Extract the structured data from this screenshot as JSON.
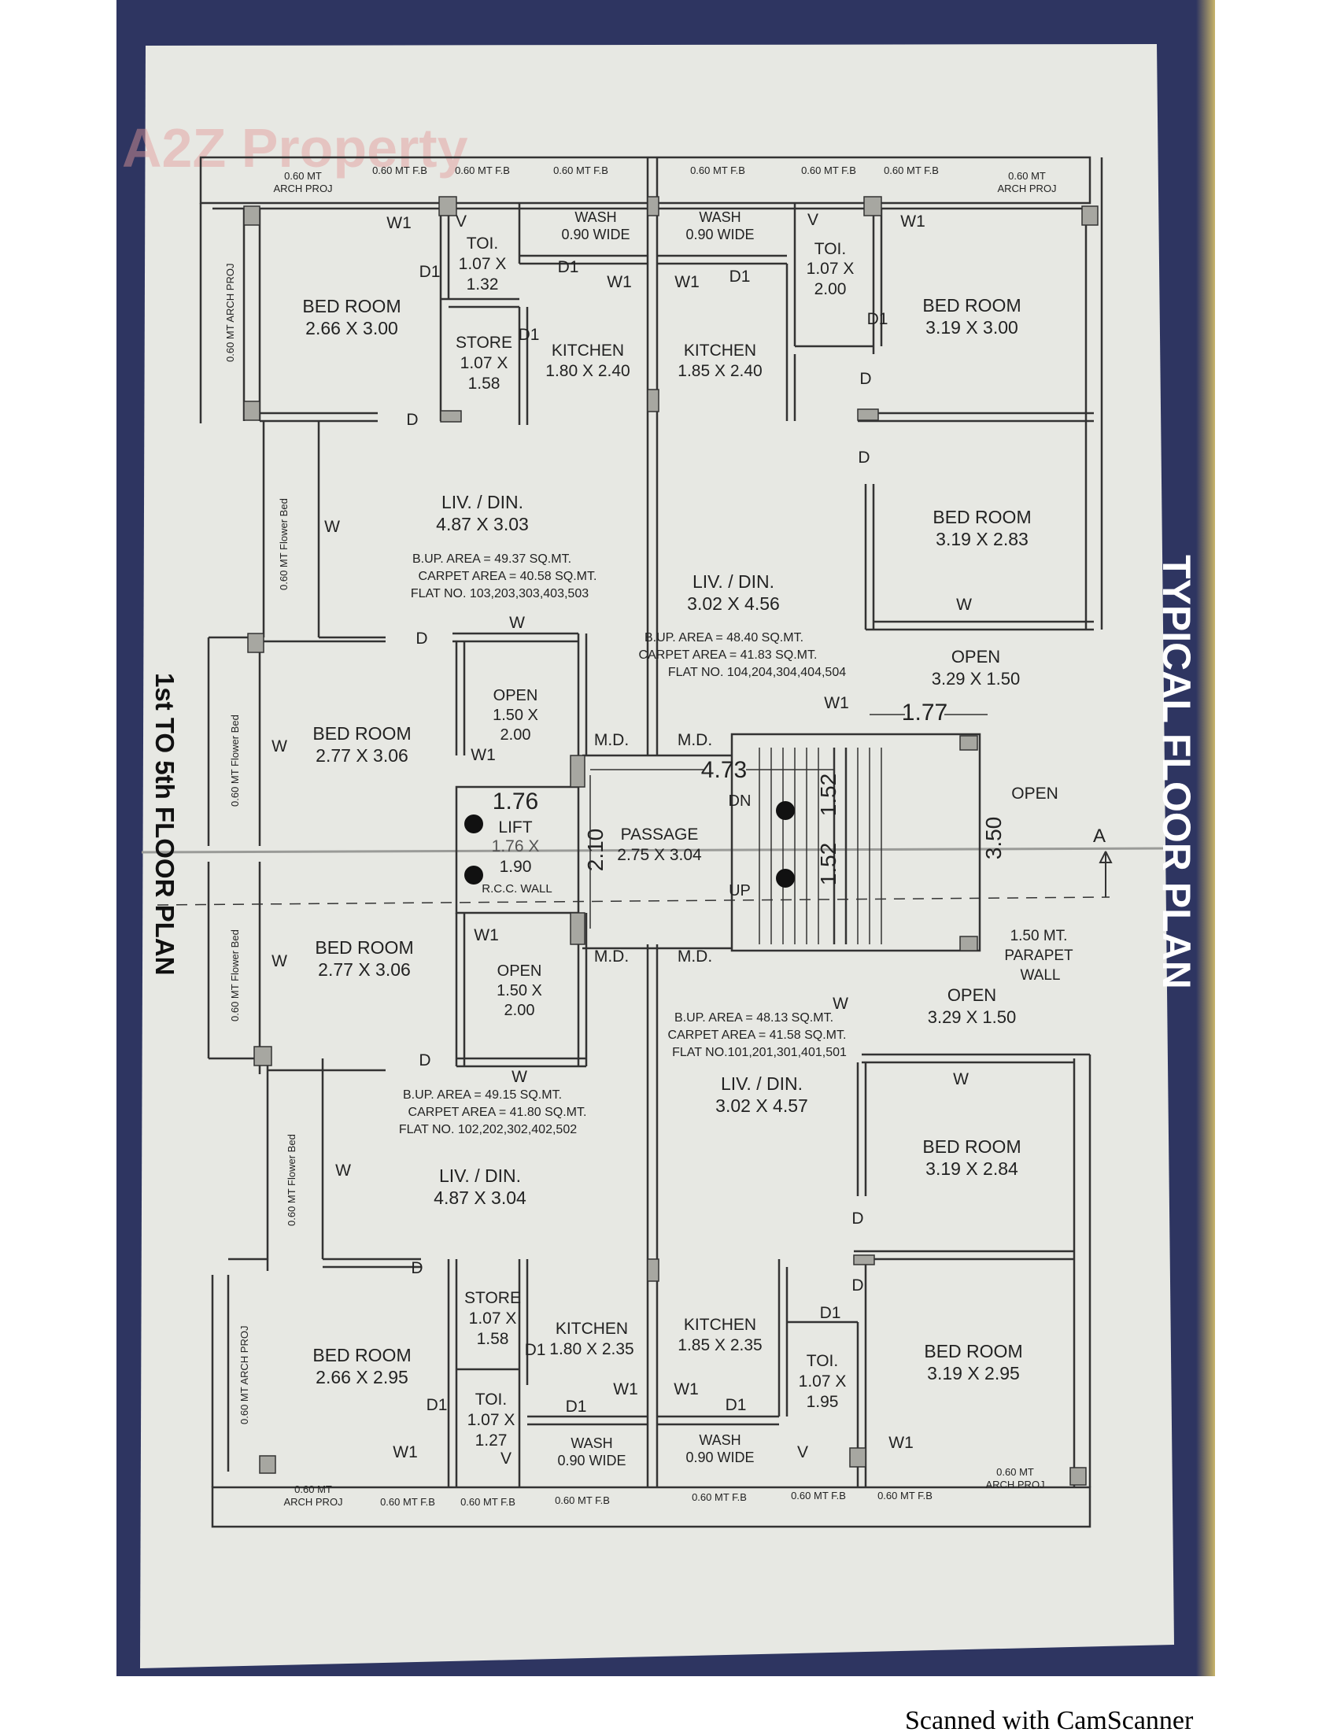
{
  "watermark": "A2Z Property",
  "titles": {
    "typical": "TYPICAL FLOOR PLAN",
    "floors": "1st TO 5th FLOOR PLAN"
  },
  "top_projections": [
    "0.60 MT",
    "ARCH PROJ",
    "0.60 MT F.B",
    "0.60 MT F.B",
    "0.60 MT F.B",
    "0.60 MT F.B",
    "0.60 MT F.B",
    "0.60 MT F.B",
    "0.60 MT",
    "ARCH PROJ"
  ],
  "bottom_projections": [
    "0.60 MT",
    "ARCH PROJ",
    "0.60 MT F.B",
    "0.60 MT F.B",
    "0.60 MT F.B",
    "0.60 MT F.B",
    "0.60 MT F.B",
    "0.60 MT F.B",
    "0.60 MT",
    "ARCH PROJ"
  ],
  "side_labels": [
    "0.60 MT ARCH PROJ",
    "0.60 MT Flower Bed",
    "0.60 MT Flower Bed",
    "0.60 MT Flower Bed",
    "0.60 MT Flower Bed",
    "0.60 MT ARCH PROJ"
  ],
  "flat_a": {
    "bed1": [
      "BED ROOM",
      "2.66 X 3.00"
    ],
    "toi": [
      "TOI.",
      "1.07 X",
      "1.32"
    ],
    "store": [
      "STORE",
      "1.07 X",
      "1.58"
    ],
    "wash": [
      "WASH",
      "0.90 WIDE"
    ],
    "kitchen": [
      "KITCHEN",
      "1.80 X 2.40"
    ],
    "liv": [
      "LIV. / DIN.",
      "4.87 X 3.03"
    ],
    "area": [
      "B.UP. AREA = 49.37 SQ.MT.",
      "CARPET AREA = 40.58 SQ.MT.",
      "FLAT NO. 103,203,303,403,503"
    ],
    "bed2": [
      "BED ROOM",
      "2.77 X 3.06"
    ],
    "open": [
      "OPEN",
      "1.50 X",
      "2.00"
    ]
  },
  "flat_b": {
    "wash": [
      "WASH",
      "0.90 WIDE"
    ],
    "kitchen": [
      "KITCHEN",
      "1.85 X 2.40"
    ],
    "toi": [
      "TOI.",
      "1.07 X",
      "2.00"
    ],
    "bed1": [
      "BED ROOM",
      "3.19 X 3.00"
    ],
    "bed2": [
      "BED ROOM",
      "3.19 X 2.83"
    ],
    "liv": [
      "LIV. / DIN.",
      "3.02 X 4.56"
    ],
    "area": [
      "B.UP. AREA = 48.40 SQ.MT.",
      "CARPET AREA = 41.83 SQ.MT.",
      "FLAT NO. 104,204,304,404,504"
    ],
    "open": [
      "OPEN",
      "3.29 X 1.50"
    ]
  },
  "core": {
    "lift": [
      "LIFT",
      "1.76 X",
      "1.90"
    ],
    "lift_dim": "1.76",
    "rcc": "R.C.C. WALL",
    "passage": [
      "PASSAGE",
      "2.75 X 3.04"
    ],
    "passage_v": "2.10",
    "stair_w": "4.73",
    "stair_d1": "1.52",
    "stair_d2": "1.52",
    "open_w": "1.77",
    "open_h": "3.50",
    "dn": "DN",
    "up": "UP",
    "open": "OPEN",
    "section": "A",
    "parapet": [
      "1.50 MT.",
      "PARAPET",
      "WALL"
    ]
  },
  "flat_c": {
    "bed1": [
      "BED ROOM",
      "2.77 X 3.06"
    ],
    "open": [
      "OPEN",
      "1.50 X",
      "2.00"
    ],
    "area": [
      "B.UP. AREA = 49.15 SQ.MT.",
      "CARPET AREA = 41.80 SQ.MT.",
      "FLAT NO. 102,202,302,402,502"
    ],
    "liv": [
      "LIV. / DIN.",
      "4.87 X 3.04"
    ],
    "store": [
      "STORE",
      "1.07 X",
      "1.58"
    ],
    "kitchen": [
      "KITCHEN",
      "1.80 X 2.35"
    ],
    "bed2": [
      "BED ROOM",
      "2.66 X 2.95"
    ],
    "toi": [
      "TOI.",
      "1.07 X",
      "1.27"
    ],
    "wash": [
      "WASH",
      "0.90 WIDE"
    ]
  },
  "flat_d": {
    "area": [
      "B.UP. AREA = 48.13 SQ.MT.",
      "CARPET AREA = 41.58 SQ.MT.",
      "FLAT NO.101,201,301,401,501"
    ],
    "liv": [
      "LIV. / DIN.",
      "3.02 X 4.57"
    ],
    "open": [
      "OPEN",
      "3.29 X 1.50"
    ],
    "bed1": [
      "BED ROOM",
      "3.19 X 2.84"
    ],
    "bed2": [
      "BED ROOM",
      "3.19 X 2.95"
    ],
    "kitchen": [
      "KITCHEN",
      "1.85 X 2.35"
    ],
    "toi": [
      "TOI.",
      "1.07 X",
      "1.95"
    ],
    "wash": [
      "WASH",
      "0.90 WIDE"
    ]
  },
  "openings": {
    "w1": "W1",
    "w": "W",
    "d": "D",
    "d1": "D1",
    "v": "V",
    "md": "M.D."
  },
  "scanner_text": "Scanned with CamScanner"
}
